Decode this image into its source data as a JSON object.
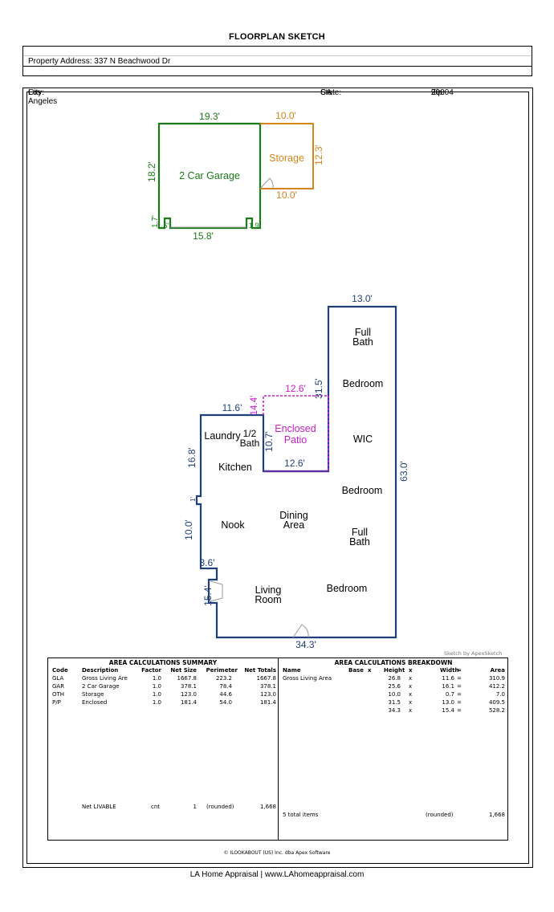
{
  "title": "FLOORPLAN SKETCH",
  "header": {
    "address_label": "Property Address:",
    "address": "337 N Beachwood Dr",
    "city_label": "City:",
    "city": "Los Angeles",
    "state_label": "State:",
    "state": "CA",
    "zip_label": "Zip:",
    "zip": "90004"
  },
  "colors": {
    "garage": "#1a7a1a",
    "storage": "#d4841a",
    "house": "#1f3f7a",
    "patio": "#c81ec8"
  },
  "garage": {
    "label": "2 Car Garage",
    "top": "19.3'",
    "left": "18.2'",
    "bottom": "15.8'",
    "left_small": "1.7'",
    "left_small2": "1.6'",
    "right_small": "1.9'"
  },
  "storage": {
    "label": "Storage",
    "top": "10.0'",
    "right": "12.3'",
    "bottom": "10.0'"
  },
  "patio": {
    "label_line1": "Enclosed",
    "label_line2": "Patio",
    "top": "12.6'",
    "left": "14.4'",
    "bottom": "12.6'",
    "side": "10.7'"
  },
  "house": {
    "dims": {
      "top": "13.0'",
      "right": "63.0'",
      "bottom": "34.3'",
      "wing_left": "31.5'",
      "upper_top": "11.6'",
      "left_upper": "16.8'",
      "left_mid": "10.0'",
      "step": "3.6'",
      "left_lower": "15.4'",
      "notch": "1'"
    },
    "rooms": {
      "full_bath_1": [
        "Full",
        "Bath"
      ],
      "bedroom_1": "Bedroom",
      "wic": "WIC",
      "bedroom_2": "Bedroom",
      "full_bath_2": [
        "Full",
        "Bath"
      ],
      "bedroom_3": "Bedroom",
      "laundry": "Laundry",
      "half_bath": [
        "1/2",
        "Bath"
      ],
      "kitchen": "Kitchen",
      "nook": "Nook",
      "dining": [
        "Dining",
        "Area"
      ],
      "living": [
        "Living",
        "Room"
      ]
    }
  },
  "sketch_by": "Sketch by ApexSketch",
  "summary": {
    "title": "AREA CALCULATIONS SUMMARY",
    "columns": [
      "Code",
      "Description",
      "Factor",
      "Net Size",
      "Perimeter",
      "Net Totals"
    ],
    "rows": [
      [
        "GLA",
        "Gross Living Are",
        "1.0",
        "1667.8",
        "223.2",
        "1667.8"
      ],
      [
        "GAR",
        "2 Car Garage",
        "1.0",
        "378.1",
        "78.4",
        "378.1"
      ],
      [
        "OTH",
        "Storage",
        "1.0",
        "123.0",
        "44.6",
        "123.0"
      ],
      [
        "P/P",
        "Enclosed",
        "1.0",
        "181.4",
        "54.0",
        "181.4"
      ]
    ],
    "total": {
      "label": "Net LIVABLE",
      "unit": "cnt",
      "count": "1",
      "rounded": "(rounded)",
      "value": "1,668"
    }
  },
  "breakdown": {
    "title": "AREA CALCULATIONS BREAKDOWN",
    "columns": [
      "Name",
      "Base",
      "x",
      "Height",
      "x",
      "Width",
      "=",
      "Area"
    ],
    "rows": [
      [
        "Gross Living Area",
        "26.8",
        "x",
        "11.6",
        "=",
        "310.9"
      ],
      [
        "",
        "25.6",
        "x",
        "16.1",
        "=",
        "412.2"
      ],
      [
        "",
        "10.0",
        "x",
        "0.7",
        "=",
        "7.0"
      ],
      [
        "",
        "31.5",
        "x",
        "13.0",
        "=",
        "409.5"
      ],
      [
        "",
        "34.3",
        "x",
        "15.4",
        "=",
        "528.2"
      ]
    ],
    "total": {
      "label": "5 total items",
      "rounded": "(rounded)",
      "value": "1,668"
    }
  },
  "credit": "© ILOOKABOUT (US) Inc. dba Apex Software",
  "footer": "LA Home Appraisal | www.LAhomeappraisal.com"
}
